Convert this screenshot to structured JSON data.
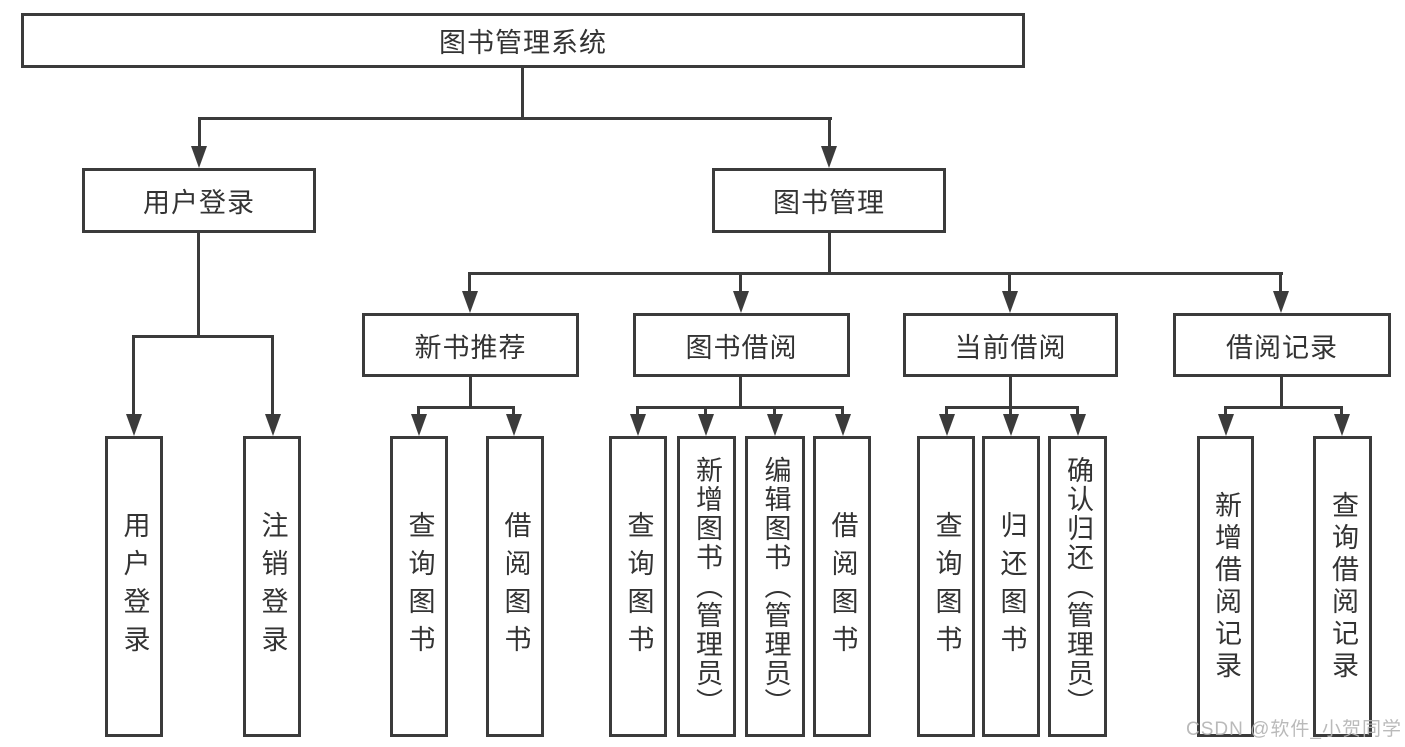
{
  "diagram": {
    "type": "tree",
    "title": "图书管理系统",
    "colors": {
      "line": "#3b3b3b",
      "text": "#333333",
      "background": "#ffffff",
      "watermark": "#b3b3b3"
    },
    "root": {
      "label": "图书管理系统"
    },
    "level2": [
      {
        "label": "用户登录",
        "parent": "图书管理系统"
      },
      {
        "label": "图书管理",
        "parent": "图书管理系统"
      }
    ],
    "level3": [
      {
        "label": "新书推荐",
        "parent": "图书管理"
      },
      {
        "label": "图书借阅",
        "parent": "图书管理"
      },
      {
        "label": "当前借阅",
        "parent": "图书管理"
      },
      {
        "label": "借阅记录",
        "parent": "图书管理"
      }
    ],
    "leaves": [
      {
        "label": "用户登录",
        "parent": "用户登录"
      },
      {
        "label": "注销登录",
        "parent": "用户登录"
      },
      {
        "label": "查询图书",
        "parent": "新书推荐"
      },
      {
        "label": "借阅图书",
        "parent": "新书推荐"
      },
      {
        "label": "查询图书",
        "parent": "图书借阅"
      },
      {
        "label": "新增图书（管理员）",
        "parent": "图书借阅"
      },
      {
        "label": "编辑图书（管理员）",
        "parent": "图书借阅"
      },
      {
        "label": "借阅图书",
        "parent": "图书借阅"
      },
      {
        "label": "查询图书",
        "parent": "当前借阅"
      },
      {
        "label": "归还图书",
        "parent": "当前借阅"
      },
      {
        "label": "确认归还（管理员）",
        "parent": "当前借阅"
      },
      {
        "label": "新增借阅记录",
        "parent": "借阅记录"
      },
      {
        "label": "查询借阅记录",
        "parent": "借阅记录"
      }
    ],
    "watermark": "CSDN @软件_小贺同学"
  }
}
